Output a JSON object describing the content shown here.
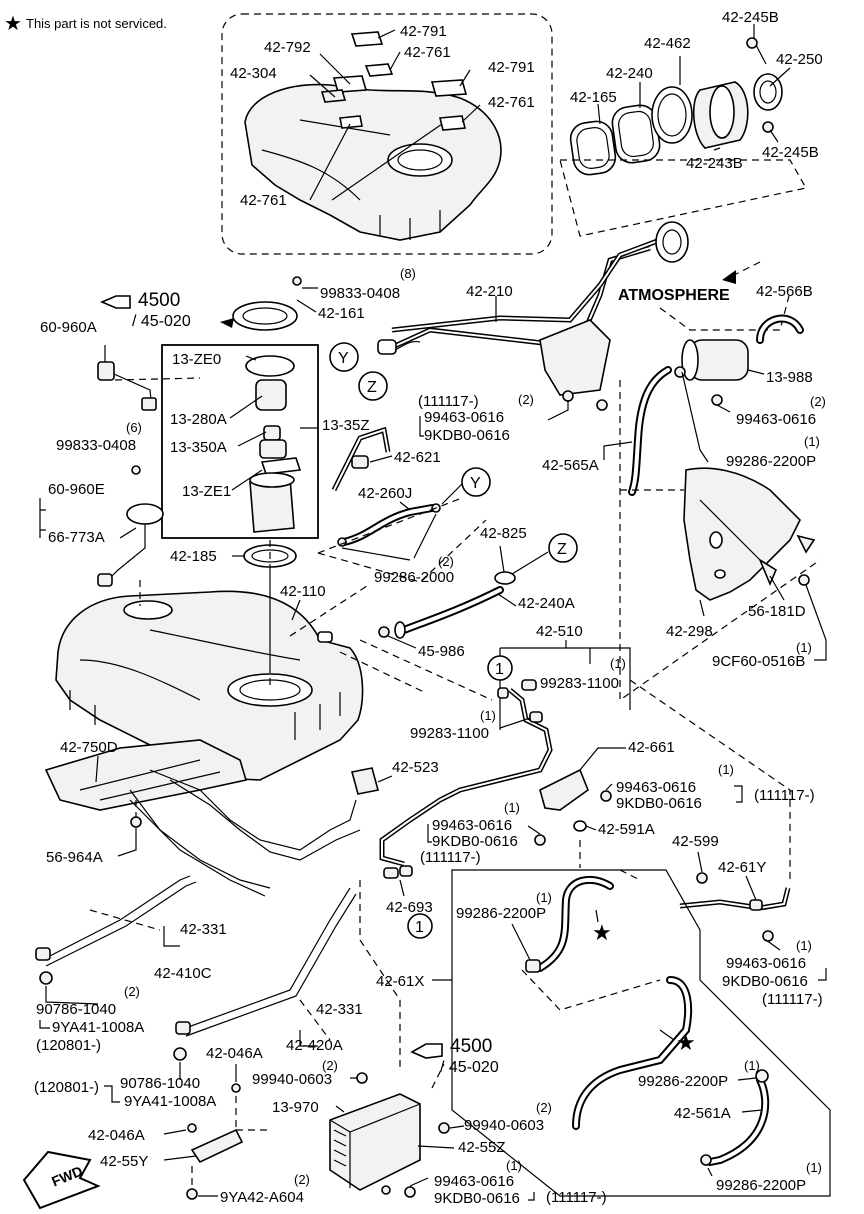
{
  "note": "This part is not serviced.",
  "ref_labels": {
    "page": "4500",
    "section": "/ 45-020"
  },
  "circle_markers": {
    "y": "Y",
    "z": "Z",
    "one": "1"
  },
  "atmosphere": "ATMOSPHERE",
  "fwd": "FWD",
  "parts": {
    "p42_791a": "42-791",
    "p42_792": "42-792",
    "p42_761a": "42-761",
    "p42_791b": "42-791",
    "p42_304": "42-304",
    "p42_761b": "42-761",
    "p42_761c": "42-761",
    "p42_245b_top": "42-245B",
    "p42_462": "42-462",
    "p42_240": "42-240",
    "p42_250": "42-250",
    "p42_165": "42-165",
    "p42_243b": "42-243B",
    "p42_245b_bot": "42-245B",
    "p99833_0408_top": "99833-0408",
    "qty8": "(8)",
    "p42_161": "42-161",
    "p42_210": "42-210",
    "p42_566b": "42-566B",
    "p60_960a": "60-960A",
    "p13_ze0": "13-ZE0",
    "p13_988": "13-988",
    "p111117_a": "(111117-)",
    "qty2_a": "(2)",
    "p99463_0616_a": "99463-0616",
    "p9kdb0_0616_a": "9KDB0-0616",
    "p99463_0616_b": "99463-0616",
    "qty2_b": "(2)",
    "p13_280a": "13-280A",
    "p13_35z": "13-35Z",
    "qty6": "(6)",
    "p99833_0408_mid": "99833-0408",
    "p13_350a": "13-350A",
    "p42_621": "42-621",
    "p42_565a": "42-565A",
    "qty1_a": "(1)",
    "p99286_2200p_a": "99286-2200P",
    "p60_960e": "60-960E",
    "p13_ze1": "13-ZE1",
    "p42_260j": "42-260J",
    "p66_773a": "66-773A",
    "p42_825": "42-825",
    "qty2_c": "(2)",
    "p99286_2000": "99286-2000",
    "p42_185": "42-185",
    "p42_240a": "42-240A",
    "p56_181d": "56-181D",
    "p42_110": "42-110",
    "p42_298": "42-298",
    "qty1_b": "(1)",
    "p9cf60_0516b": "9CF60-0516B",
    "p42_510": "42-510",
    "p45_986": "45-986",
    "qty1_c": "(1)",
    "p99283_1100_a": "99283-1100",
    "qty1_d": "(1)",
    "p99283_1100_b": "99283-1100",
    "p42_750d": "42-750D",
    "p42_661": "42-661",
    "p42_523": "42-523",
    "qty1_e": "(1)",
    "p99463_0616_c": "99463-0616",
    "p9kdb0_0616_c": "9KDB0-0616",
    "p111117_c": "(111117-)",
    "qty1_f": "(1)",
    "p99463_0616_d": "99463-0616",
    "p9kdb0_0616_d": "9KDB0-0616",
    "p111117_d": "(111117-)",
    "p42_591a": "42-591A",
    "p56_964a": "56-964A",
    "p42_599": "42-599",
    "p42_61y": "42-61Y",
    "p42_693": "42-693",
    "qty1_g": "(1)",
    "p99286_2200p_b": "99286-2200P",
    "p42_331a": "42-331",
    "p42_410c": "42-410C",
    "qty1_h": "(1)",
    "p99463_0616_e": "99463-0616",
    "p9kdb0_0616_e": "9KDB0-0616",
    "p111117_e": "(111117-)",
    "p42_61x": "42-61X",
    "qty2_d": "(2)",
    "p90786_1040_a": "90786-1040",
    "p9ya41_1008a_a": "9YA41-1008A",
    "p120801_a": "(120801-)",
    "p42_331b": "42-331",
    "p42_420a": "42-420A",
    "p42_046a_a": "42-046A",
    "qty2_e": "(2)",
    "p99940_0603_a": "99940-0603",
    "qty1_i": "(1)",
    "p99286_2200p_c": "99286-2200P",
    "p120801_b": "(120801-)",
    "p90786_1040_b": "90786-1040",
    "p9ya41_1008a_b": "9YA41-1008A",
    "p13_970": "13-970",
    "qty2_f": "(2)",
    "p99940_0603_b": "99940-0603",
    "p42_561a": "42-561A",
    "p42_046a_b": "42-046A",
    "p42_55z": "42-55Z",
    "p42_55y": "42-55Y",
    "qty1_j": "(1)",
    "p99463_0616_f": "99463-0616",
    "p9kdb0_0616_f": "9KDB0-0616",
    "p111117_f": "(111117-)",
    "qty1_k": "(1)",
    "p99286_2200p_d": "99286-2200P",
    "qty2_g": "(2)",
    "p9ya42_a604": "9YA42-A604"
  }
}
